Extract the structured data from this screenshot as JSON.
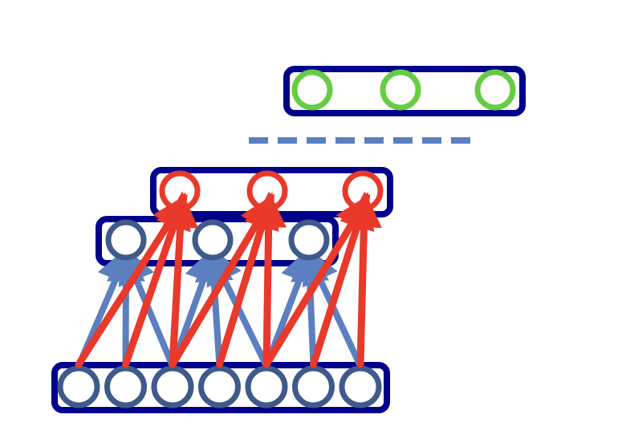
{
  "colors": {
    "layer_border": "#00008B",
    "input_node": "#3F5A8A",
    "hidden_node": "#3F5A8A",
    "output_node": "#E8392A",
    "top_node": "#66CC44",
    "blue_arrow": "#5B7FBF",
    "red_arrow": "#E8392A",
    "dashed_line": "#5B7FBF",
    "background": "#FFFFFF"
  },
  "diagram": {
    "input_layer": {
      "node_count": 7
    },
    "hidden_layer": {
      "node_count": 3,
      "kernel_size": 3,
      "stride": 2
    },
    "upper_layer": {
      "node_count": 3,
      "kernel_size": 3,
      "stride": 2
    },
    "top_layer": {
      "node_count": 3
    },
    "separator": {
      "style": "dashed"
    }
  }
}
